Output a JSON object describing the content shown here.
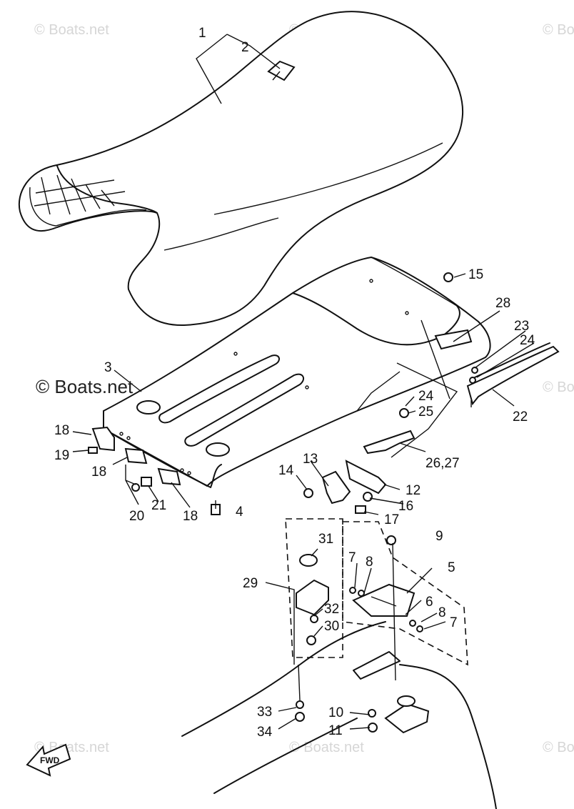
{
  "watermark": {
    "text": "© Boats.net",
    "foreground_text": "© Boats.net"
  },
  "direction_arrow": {
    "text": "FWD"
  },
  "callouts": [
    {
      "id": "c1",
      "text": "1"
    },
    {
      "id": "c2",
      "text": "2"
    },
    {
      "id": "c3",
      "text": "3"
    },
    {
      "id": "c4",
      "text": "4"
    },
    {
      "id": "c5",
      "text": "5"
    },
    {
      "id": "c6",
      "text": "6"
    },
    {
      "id": "c7a",
      "text": "7"
    },
    {
      "id": "c7b",
      "text": "7"
    },
    {
      "id": "c8a",
      "text": "8"
    },
    {
      "id": "c8b",
      "text": "8"
    },
    {
      "id": "c9",
      "text": "9"
    },
    {
      "id": "c10",
      "text": "10"
    },
    {
      "id": "c11",
      "text": "11"
    },
    {
      "id": "c12",
      "text": "12"
    },
    {
      "id": "c13",
      "text": "13"
    },
    {
      "id": "c14",
      "text": "14"
    },
    {
      "id": "c15",
      "text": "15"
    },
    {
      "id": "c16",
      "text": "16"
    },
    {
      "id": "c17",
      "text": "17"
    },
    {
      "id": "c18a",
      "text": "18"
    },
    {
      "id": "c18b",
      "text": "18"
    },
    {
      "id": "c18c",
      "text": "18"
    },
    {
      "id": "c19",
      "text": "19"
    },
    {
      "id": "c20",
      "text": "20"
    },
    {
      "id": "c21",
      "text": "21"
    },
    {
      "id": "c22",
      "text": "22"
    },
    {
      "id": "c23",
      "text": "23"
    },
    {
      "id": "c24a",
      "text": "24"
    },
    {
      "id": "c24b",
      "text": "24"
    },
    {
      "id": "c25",
      "text": "25"
    },
    {
      "id": "c2627",
      "text": "26,27"
    },
    {
      "id": "c28",
      "text": "28"
    },
    {
      "id": "c29",
      "text": "29"
    },
    {
      "id": "c30",
      "text": "30"
    },
    {
      "id": "c31",
      "text": "31"
    },
    {
      "id": "c32",
      "text": "32"
    },
    {
      "id": "c33",
      "text": "33"
    },
    {
      "id": "c34",
      "text": "34"
    }
  ]
}
